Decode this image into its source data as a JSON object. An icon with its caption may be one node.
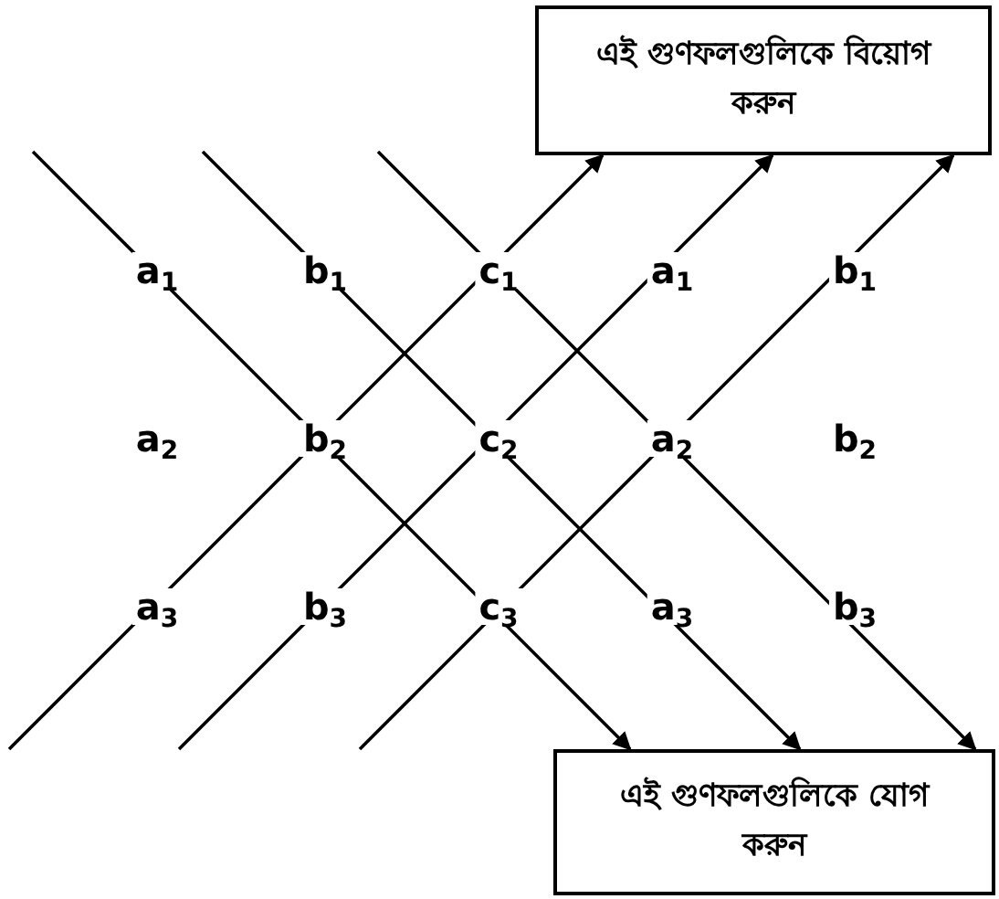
{
  "diagram": {
    "nodes": [
      {
        "text": [
          "এই গুণফলগুলিকে বিয়োগ করুন"
        ]
      },
      {
        "text": [
          "এই গুণফলগুলিকে যোগ করুন"
        ]
      }
    ],
    "edges": [
      {
        "from": null,
        "to": 0,
        "arrow": "to"
      },
      {
        "from": null,
        "to": 0,
        "arrow": "to"
      },
      {
        "from": null,
        "to": 0,
        "arrow": "to"
      },
      {
        "from": null,
        "to": 1,
        "arrow": "to"
      },
      {
        "from": null,
        "to": 1,
        "arrow": "to"
      },
      {
        "from": null,
        "to": 1,
        "arrow": "to"
      }
    ],
    "labels": [
      "a$_{1}$",
      "b$_{1}$",
      "c$_{1}$",
      "a$_{1}$",
      "b$_{1}$",
      "a$_{2}$",
      "b$_{2}$",
      "c$_{2}$",
      "a$_{2}$",
      "b$_{2}$",
      "a$_{3}$",
      "b$_{3}$",
      "c$_{3}$",
      "a$_{3}$",
      "b$_{3}$"
    ]
  }
}
